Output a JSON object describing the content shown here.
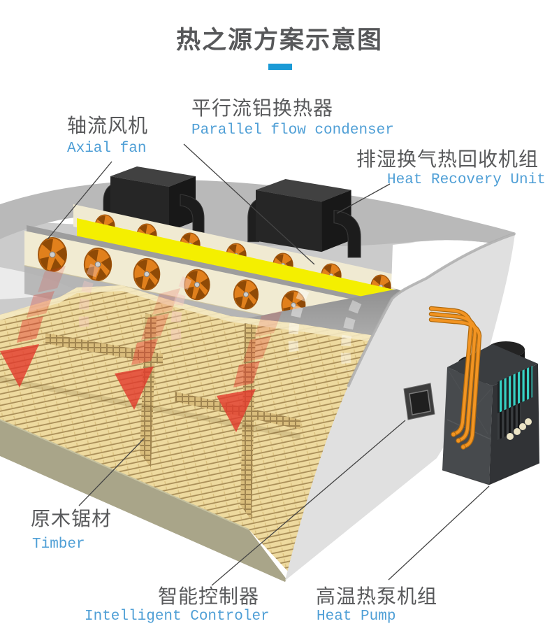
{
  "page": {
    "title": "热之源方案示意图",
    "accent_color": "#1b9ad6"
  },
  "labels": {
    "axial_fan": {
      "zh": "轴流风机",
      "en": "Axial fan"
    },
    "condenser": {
      "zh": "平行流铝换热器",
      "en": "Parallel flow condenser"
    },
    "heat_recovery": {
      "zh": "排湿换气热回收机组",
      "en": "Heat Recovery Unit"
    },
    "timber": {
      "zh": "原木锯材",
      "en": "Timber"
    },
    "controller": {
      "zh": "智能控制器",
      "en": "Intelligent Controler"
    },
    "heat_pump": {
      "zh": "高温热泵机组",
      "en": "Heat Pump"
    }
  },
  "colors": {
    "label_zh": "#58595b",
    "label_en": "#4f9fd6",
    "condenser_panel": "#f4ef00",
    "fan_blade": "#e1801c",
    "airflow_arrow": "#e23a2c",
    "timber": "#eed9a2",
    "floor": "#a9a589",
    "roof": "#b9b9b9",
    "wall": "#e0e0e0",
    "pipes": "#f29422",
    "heat_pump_vent": "#36d0c3",
    "unit_black": "#262626"
  }
}
